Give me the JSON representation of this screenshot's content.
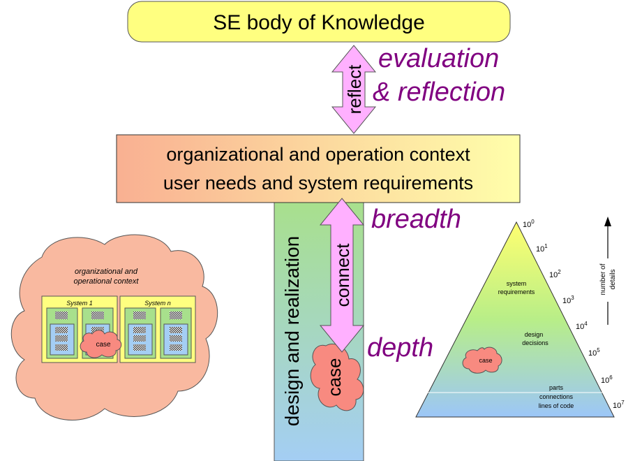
{
  "title": "SE body of Knowledge",
  "context_box": {
    "line1": "organizational and operation context",
    "line2": "user needs and system requirements"
  },
  "arrows": {
    "reflect": "reflect",
    "connect": "connect"
  },
  "labels": {
    "evaluation": "evaluation",
    "reflection": "& reflection",
    "breadth": "breadth",
    "depth": "depth"
  },
  "column": {
    "label": "design and realization",
    "case": "case"
  },
  "cloud": {
    "context_line1": "organizational and",
    "context_line2": "operational context",
    "system1": "System 1",
    "systemn": "System n",
    "case": "case"
  },
  "pyramid": {
    "levels": [
      "system",
      "requirements",
      "design",
      "decisions",
      "parts",
      "connections",
      "lines of code"
    ],
    "case": "case",
    "axis_line1": "number of",
    "axis_line2": "details",
    "exponents": [
      {
        "base": "10",
        "exp": "0"
      },
      {
        "base": "10",
        "exp": "1"
      },
      {
        "base": "10",
        "exp": "2"
      },
      {
        "base": "10",
        "exp": "3"
      },
      {
        "base": "10",
        "exp": "4"
      },
      {
        "base": "10",
        "exp": "5"
      },
      {
        "base": "10",
        "exp": "6"
      },
      {
        "base": "10",
        "exp": "7"
      }
    ]
  },
  "colors": {
    "title_fill": "#ffff80",
    "context_fill_left": "#f9b496",
    "context_fill_right": "#ffffa8",
    "arrow_fill": "#ffb0ff",
    "cloud_fill": "#f9b9a0",
    "case_fill": "#f88a80",
    "purple_text": "#800080",
    "column_top": "#a8e08c",
    "column_bottom": "#a8d0f0"
  }
}
